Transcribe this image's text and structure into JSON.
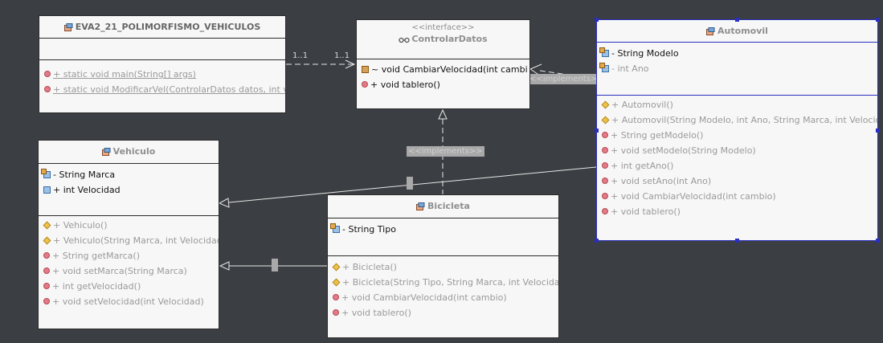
{
  "classes": {
    "main": {
      "name": "EVA2_21_POLIMORFISMO_VEHICULOS",
      "methods": [
        "+ static void main(String[] args)",
        "+ static void ModificarVel(ControlarDatos datos, int v"
      ]
    },
    "iface": {
      "stereotype": "<<interface>>",
      "name": "ControlarDatos",
      "methods": [
        "~ void CambiarVelocidad(int cambi",
        "+ void tablero()"
      ]
    },
    "automovil": {
      "name": "Automovil",
      "attributes": [
        "- String Modelo",
        "- int Ano"
      ],
      "methods": [
        "+ Automovil()",
        "+ Automovil(String Modelo, int Ano, String Marca, int Velocida",
        "+ String getModelo()",
        "+ void setModelo(String Modelo)",
        "+ int getAno()",
        "+ void setAno(int Ano)",
        "+ void CambiarVelocidad(int cambio)",
        "+ void tablero()"
      ]
    },
    "vehiculo": {
      "name": "Vehiculo",
      "attributes": [
        "- String Marca",
        "+ int Velocidad"
      ],
      "methods": [
        "+ Vehiculo()",
        "+ Vehiculo(String Marca, int Velocidad",
        "+ String getMarca()",
        "+ void setMarca(String Marca)",
        "+ int getVelocidad()",
        "+ void setVelocidad(int Velocidad)"
      ]
    },
    "bicicleta": {
      "name": "Bicicleta",
      "attributes": [
        "- String Tipo"
      ],
      "methods": [
        "+ Bicicleta()",
        "+ Bicicleta(String Tipo, String Marca, int Velocida",
        "+ void CambiarVelocidad(int cambio)",
        "+ void tablero()"
      ]
    }
  },
  "edges": {
    "mult_left": "1..1",
    "mult_right": "1..1",
    "implements_top": "<<implements>>",
    "implements_mid": "<<implements>>"
  },
  "colors": {
    "canvas": "#3b3e42",
    "box_fill": "#f7f7f7",
    "selection": "#2a2fbf",
    "edge": "#e6e6e6"
  },
  "icons": {
    "class": "class-icon",
    "interface": "interface-icon",
    "field": "field-icon",
    "method": "method-icon",
    "constructor": "constructor-icon"
  }
}
